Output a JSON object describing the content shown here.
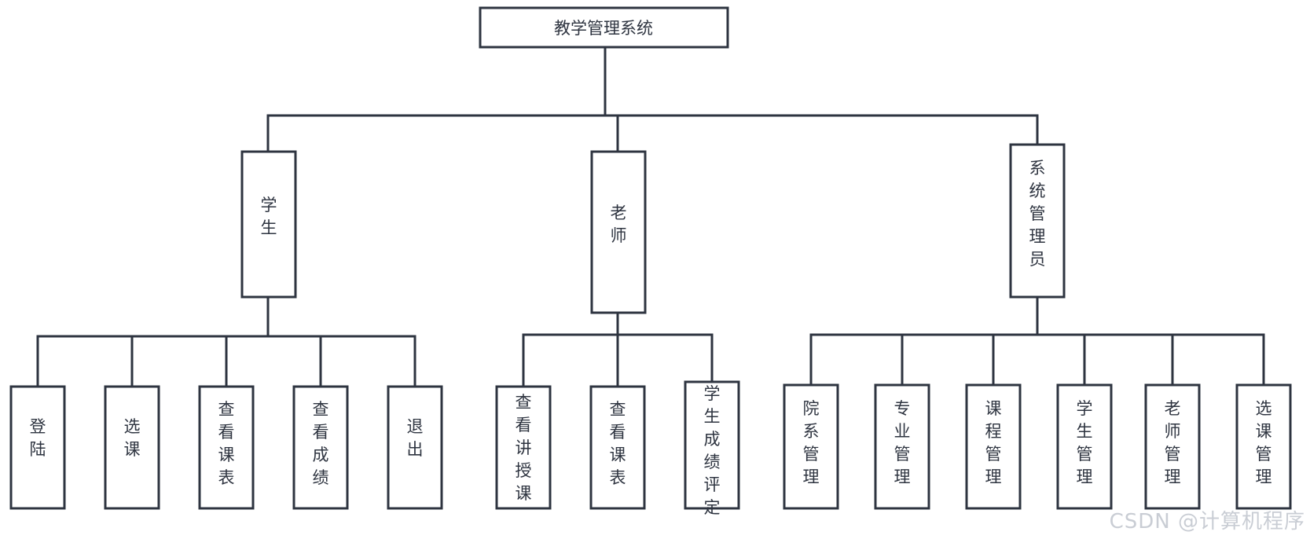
{
  "diagram": {
    "type": "org-tree",
    "orientation": "top-down",
    "background_color": "#ffffff",
    "line_color": "#2e3440",
    "box_fill": "#ffffff",
    "text_color": "#2e3440",
    "root": {
      "id": "root",
      "label": "教学管理系统",
      "text_orientation": "horizontal"
    },
    "level2": [
      {
        "id": "student",
        "label": "学生",
        "text_orientation": "vertical"
      },
      {
        "id": "teacher",
        "label": "老师",
        "text_orientation": "vertical"
      },
      {
        "id": "admin",
        "label": "系统管理员",
        "text_orientation": "vertical"
      }
    ],
    "leaves": {
      "student": [
        {
          "id": "login",
          "label": "登陆",
          "text_orientation": "vertical"
        },
        {
          "id": "select-course",
          "label": "选课",
          "text_orientation": "vertical"
        },
        {
          "id": "view-timetable",
          "label": "查看课表",
          "text_orientation": "vertical"
        },
        {
          "id": "view-grades",
          "label": "查看成绩",
          "text_orientation": "vertical"
        },
        {
          "id": "logout",
          "label": "退出",
          "text_orientation": "vertical"
        }
      ],
      "teacher": [
        {
          "id": "view-taught-course",
          "label": "查看讲授课",
          "text_orientation": "vertical"
        },
        {
          "id": "teacher-view-timetable",
          "label": "查看课表",
          "text_orientation": "vertical"
        },
        {
          "id": "student-grade-assessment",
          "label": "学生成绩评定",
          "text_orientation": "vertical"
        }
      ],
      "admin": [
        {
          "id": "department-mgmt",
          "label": "院系管理",
          "text_orientation": "vertical"
        },
        {
          "id": "major-mgmt",
          "label": "专业管理",
          "text_orientation": "vertical"
        },
        {
          "id": "course-mgmt",
          "label": "课程管理",
          "text_orientation": "vertical"
        },
        {
          "id": "student-mgmt",
          "label": "学生管理",
          "text_orientation": "vertical"
        },
        {
          "id": "teacher-mgmt",
          "label": "老师管理",
          "text_orientation": "vertical"
        },
        {
          "id": "course-selection-mgmt",
          "label": "选课管理",
          "text_orientation": "vertical"
        }
      ]
    }
  },
  "watermark": {
    "text": "CSDN @计算机程序",
    "color": "#c9cdd4"
  }
}
